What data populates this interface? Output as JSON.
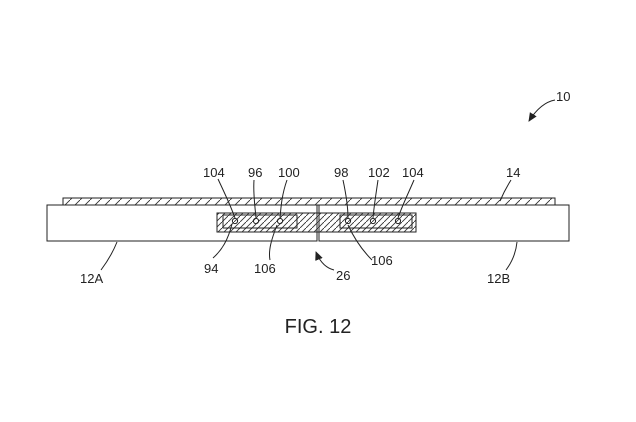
{
  "figure": {
    "caption": "FIG. 12",
    "labels": {
      "assembly": "10",
      "cover": "14",
      "housing_left": "12A",
      "housing_right": "12B",
      "hinge": "26",
      "left_104": "104",
      "left_96": "96",
      "left_100": "100",
      "right_98": "98",
      "right_102": "102",
      "right_104": "104",
      "left_94": "94",
      "left_106": "106",
      "right_106": "106"
    }
  }
}
